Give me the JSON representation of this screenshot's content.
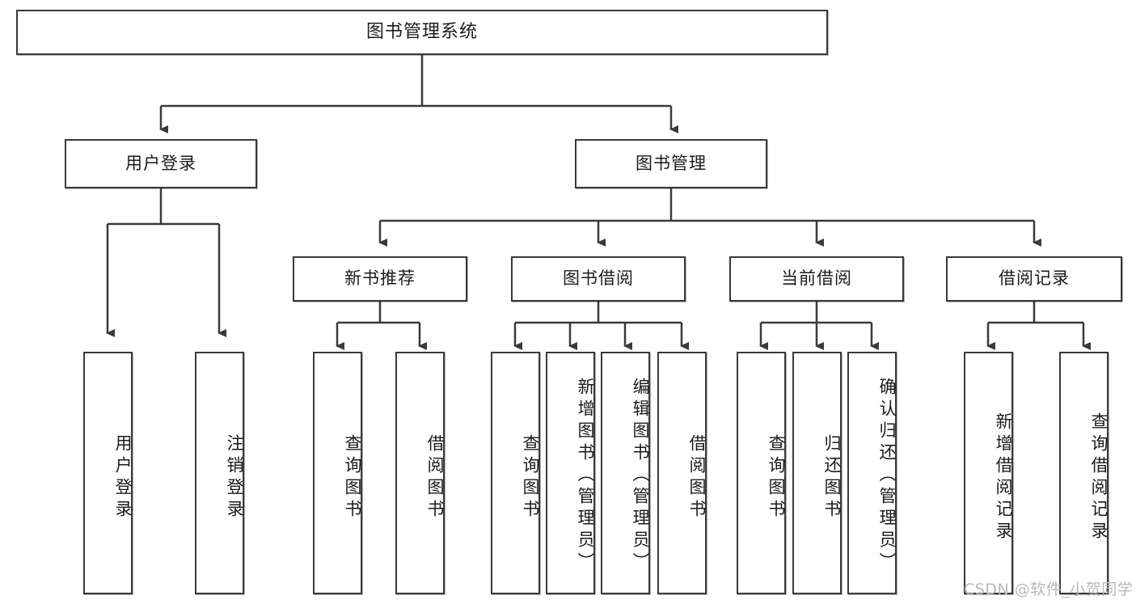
{
  "diagram": {
    "type": "tree",
    "title": "图书管理系统",
    "root": {
      "label": "图书管理系统"
    },
    "level2": [
      {
        "label": "用户登录"
      },
      {
        "label": "图书管理"
      }
    ],
    "level3": [
      {
        "label": "新书推荐"
      },
      {
        "label": "图书借阅"
      },
      {
        "label": "当前借阅"
      },
      {
        "label": "借阅记录"
      }
    ],
    "leaves": {
      "user_login": [
        {
          "label": "用户登录"
        },
        {
          "label": "注销登录"
        }
      ],
      "new_book_recommend": [
        {
          "label": "查询图书"
        },
        {
          "label": "借阅图书"
        }
      ],
      "book_borrow": [
        {
          "label": "查询图书"
        },
        {
          "label": "新增图书（管理员）"
        },
        {
          "label": "编辑图书（管理员）"
        },
        {
          "label": "借阅图书"
        }
      ],
      "current_borrow": [
        {
          "label": "查询图书"
        },
        {
          "label": "归还图书"
        },
        {
          "label": "确认归还（管理员）"
        }
      ],
      "borrow_record": [
        {
          "label": "新增借阅记录"
        },
        {
          "label": "查询借阅记录"
        }
      ]
    }
  },
  "colors": {
    "stroke": "#3a3a3a",
    "text": "#1b1b1b",
    "background": "#ffffff",
    "watermark": "#b9b9b9"
  },
  "watermark": {
    "text": "CSDN @软件_小贺同学"
  }
}
